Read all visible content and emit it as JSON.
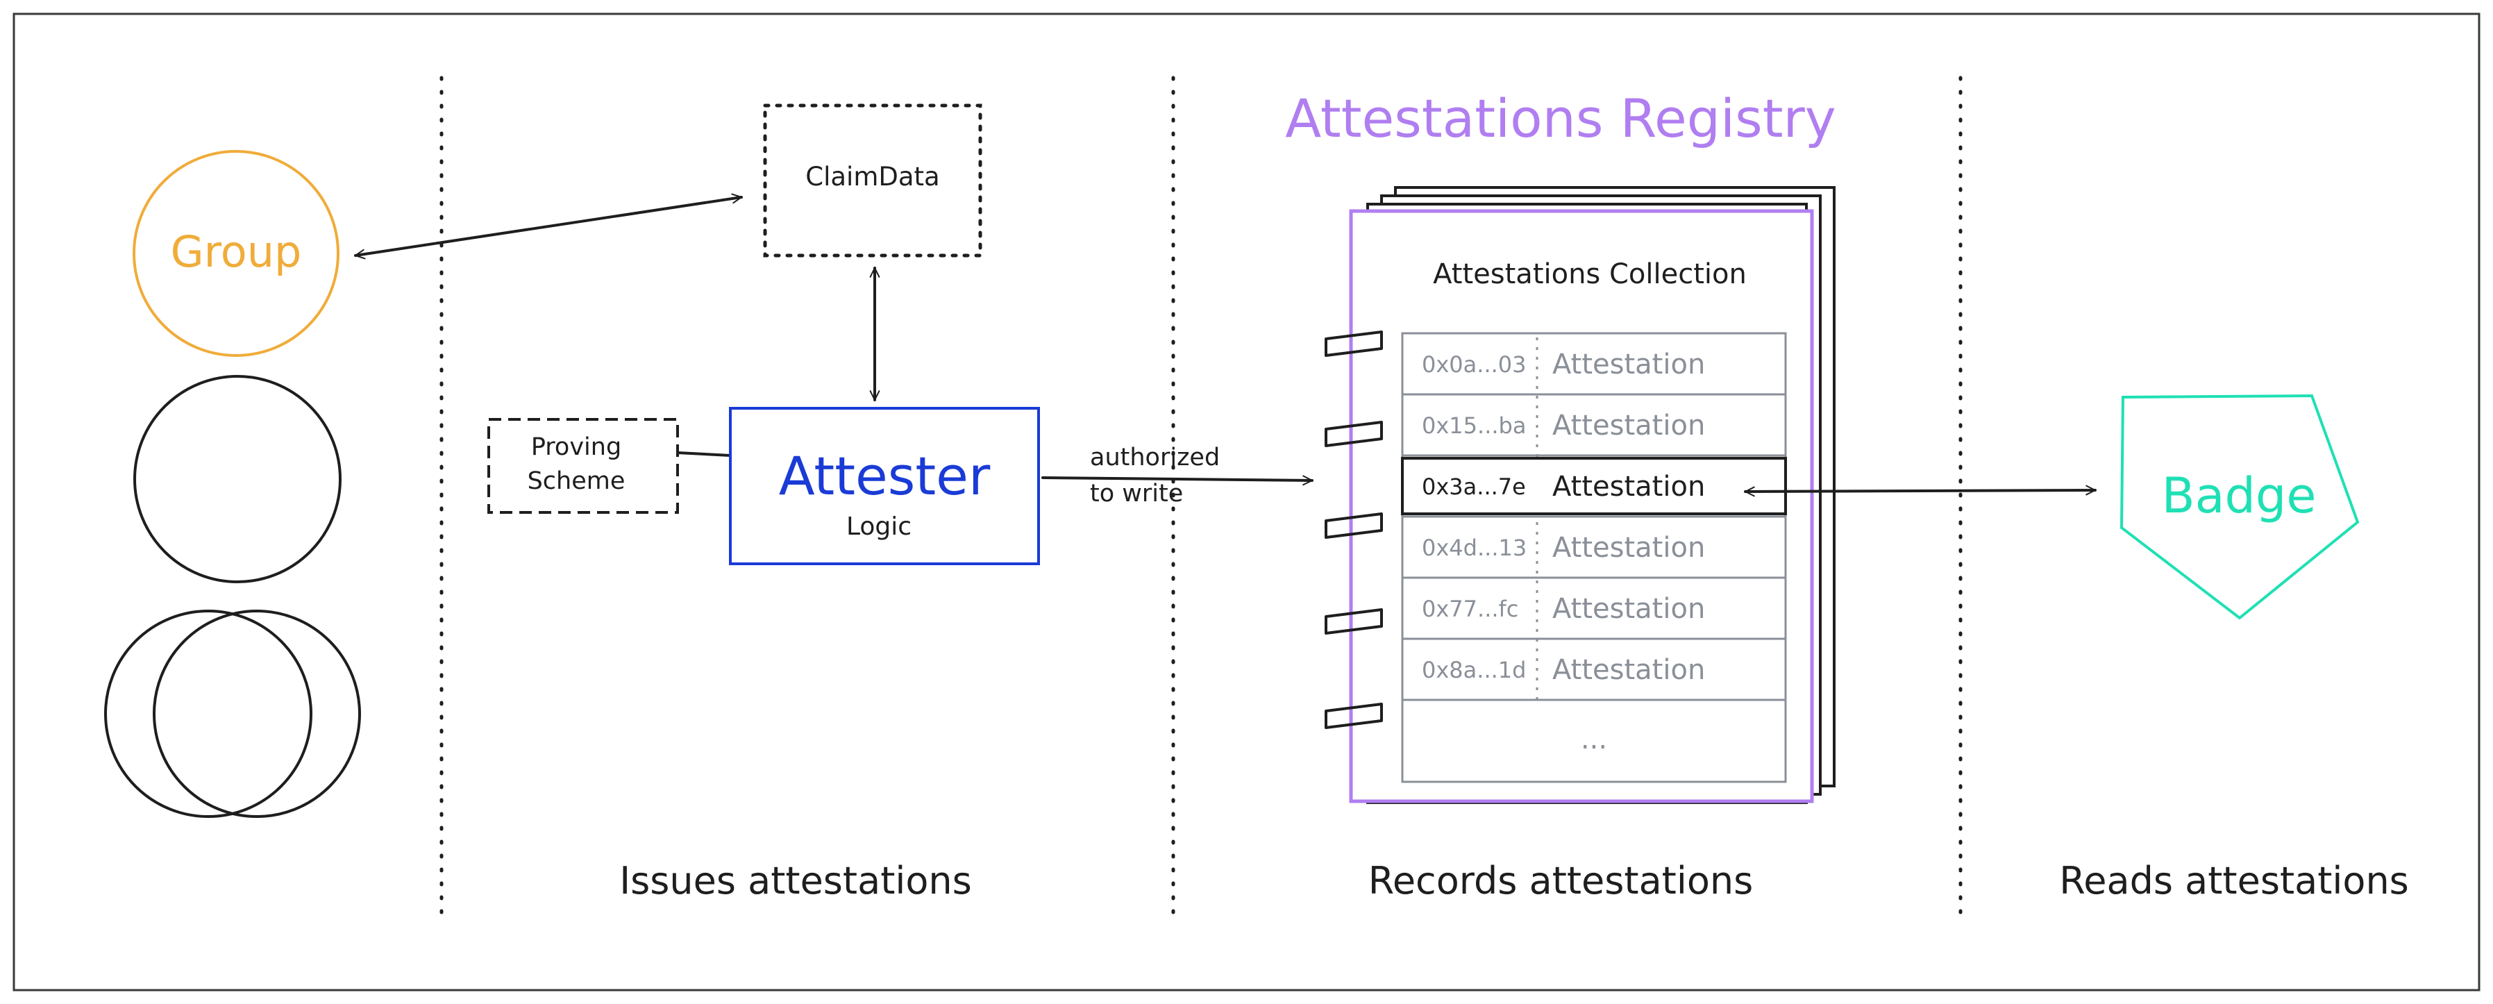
{
  "sections": {
    "issuer": "Issues attestations",
    "registry": "Records attestations",
    "reader": "Reads attestations"
  },
  "group": {
    "label": "Group",
    "color": "#f0ac3a"
  },
  "claim_data": {
    "label": "ClaimData"
  },
  "proving_scheme": {
    "line1": "Proving",
    "line2": "Scheme"
  },
  "attester": {
    "title": "Attester",
    "subtitle": "Logic",
    "color": "#1a3bd6"
  },
  "write_arrow": {
    "line1": "authorized",
    "line2": "to write"
  },
  "registry": {
    "title": "Attestations Registry",
    "collection_title": "Attestations Collection",
    "color": "#b07ef0",
    "rows": [
      {
        "id": "0x0a...03",
        "value": "Attestation",
        "highlighted": false
      },
      {
        "id": "0x15...ba",
        "value": "Attestation",
        "highlighted": false
      },
      {
        "id": "0x3a...7e",
        "value": "Attestation",
        "highlighted": true
      },
      {
        "id": "0x4d...13",
        "value": "Attestation",
        "highlighted": false
      },
      {
        "id": "0x77...fc",
        "value": "Attestation",
        "highlighted": false
      },
      {
        "id": "0x8a...1d",
        "value": "Attestation",
        "highlighted": false
      }
    ],
    "more": "..."
  },
  "badge": {
    "label": "Badge",
    "color": "#1fe0b4"
  }
}
